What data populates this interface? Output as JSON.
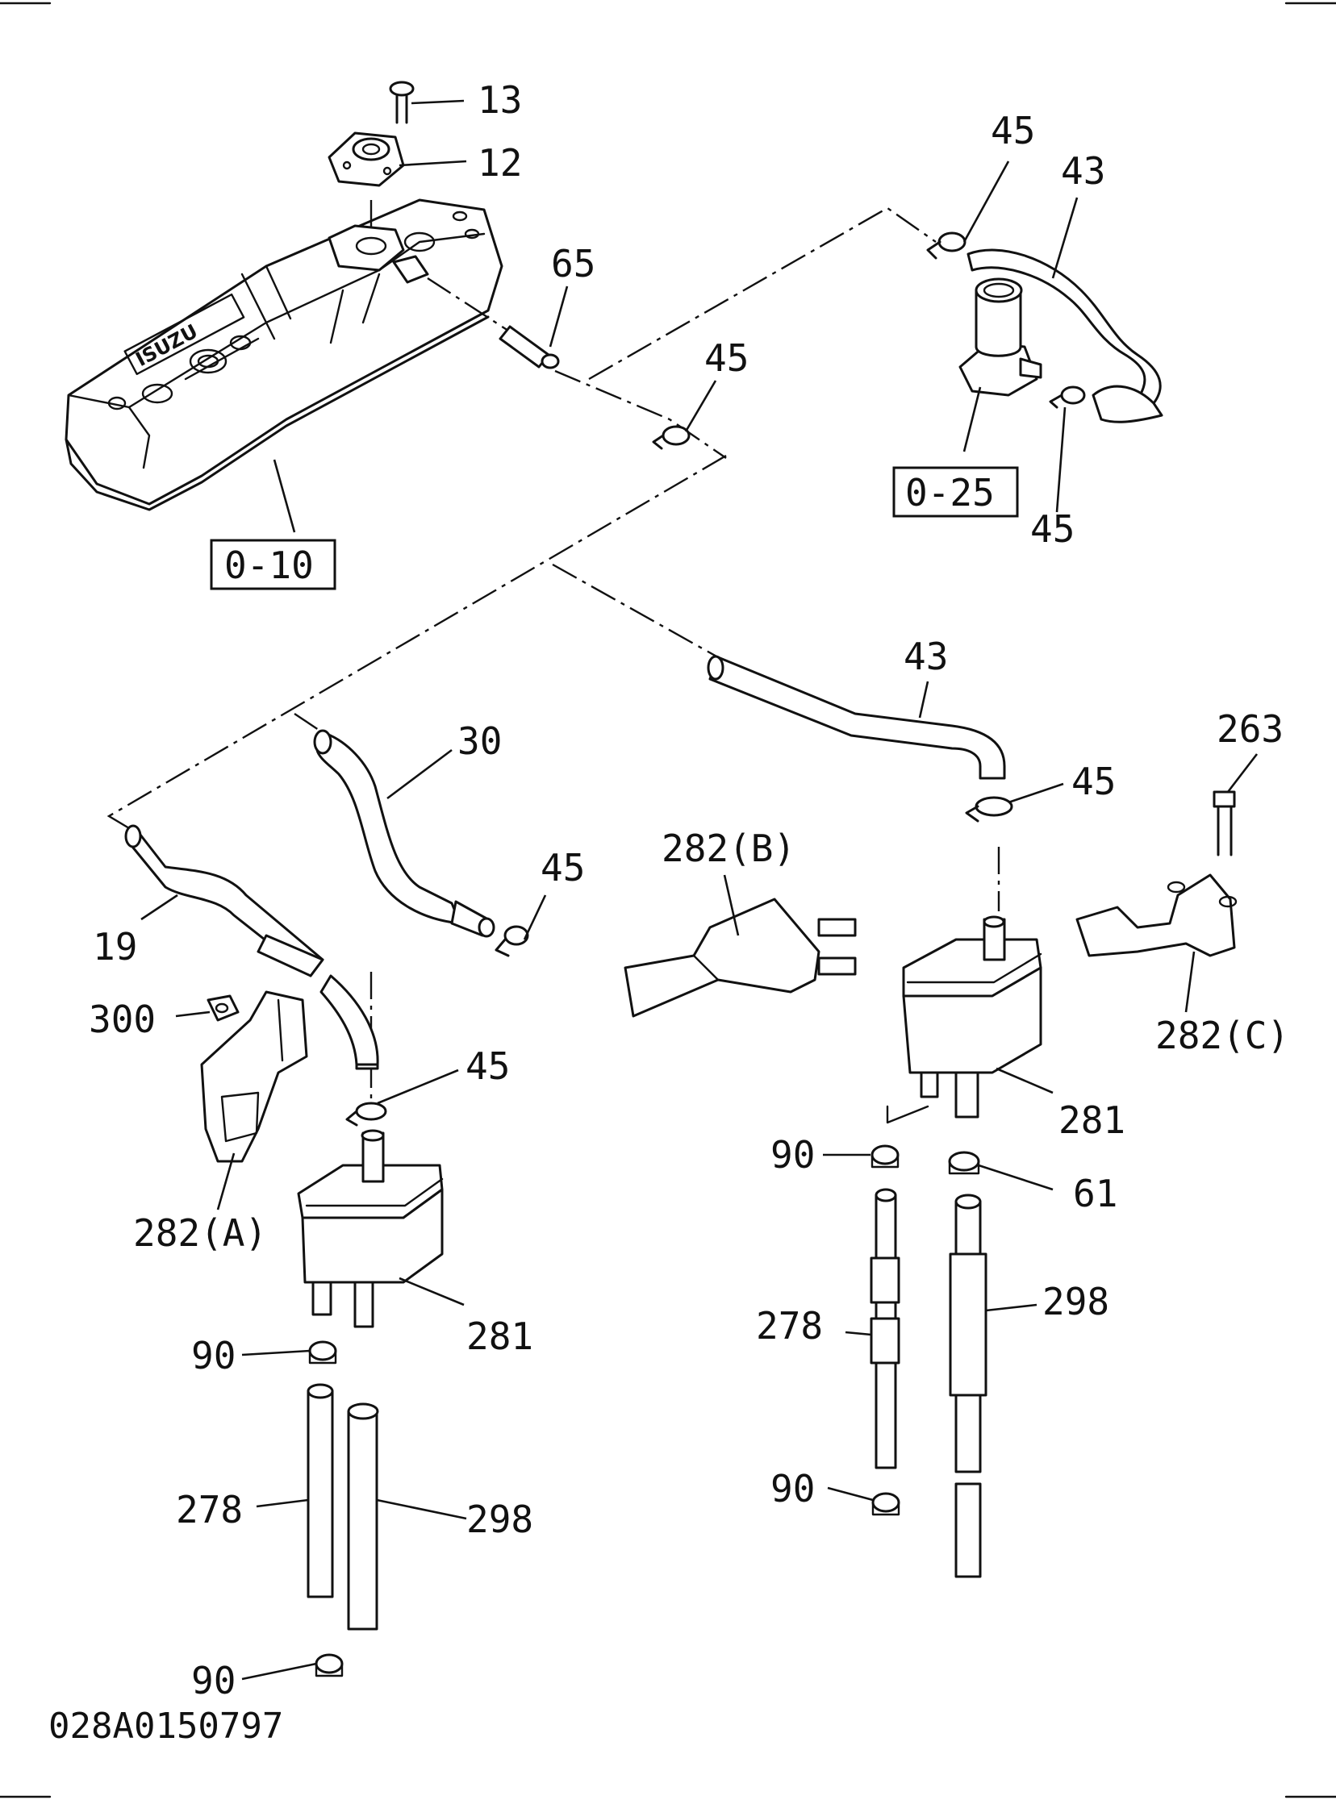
{
  "labels": {
    "l13": "13",
    "l12": "12",
    "l45a": "45",
    "l43a": "43",
    "l65": "65",
    "l45b": "45",
    "l45c": "45",
    "l43b": "43",
    "l30": "30",
    "l263": "263",
    "l45d": "45",
    "l282b": "282(B)",
    "l45e": "45",
    "l19": "19",
    "l300": "300",
    "l282c": "282(C)",
    "l45f": "45",
    "l281a": "281",
    "l90a": "90",
    "l61": "61",
    "l282a": "282(A)",
    "l281b": "281",
    "l298a": "298",
    "l90b": "90",
    "l278a": "278",
    "l278b": "278",
    "l90c": "90",
    "l298b": "298",
    "l90d": "90"
  },
  "references": {
    "ref_010": "0-10",
    "ref_025": "0-25"
  },
  "drawing_code": "028A0150797",
  "logo_text": "ISUZU"
}
